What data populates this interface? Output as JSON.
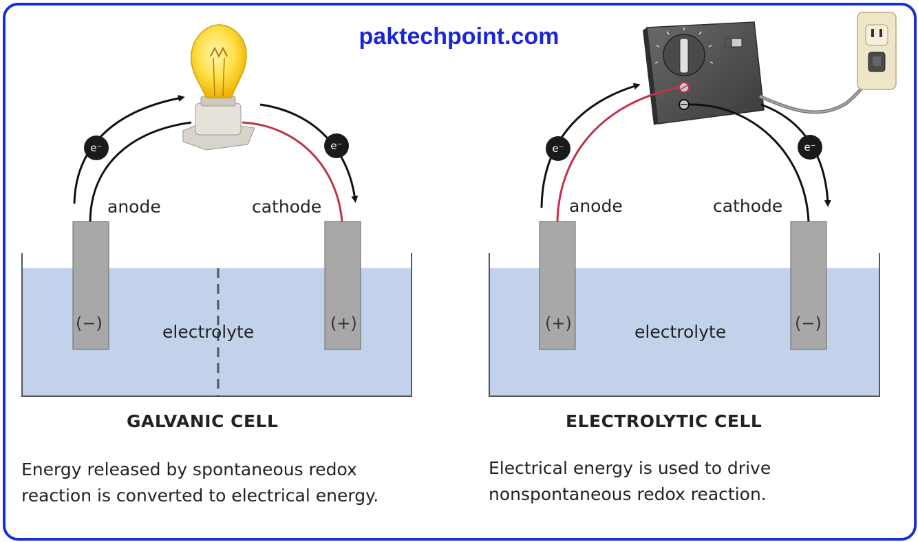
{
  "watermark": "paktechpoint.com",
  "galvanic": {
    "anode_label": "anode",
    "cathode_label": "cathode",
    "anode_sign": "(−)",
    "cathode_sign": "(+)",
    "electrolyte_label": "electrolyte",
    "title": "GALVANIC CELL",
    "description_line1": "Energy released by spontaneous redox",
    "description_line2": "reaction is converted to electrical energy."
  },
  "electrolytic": {
    "anode_label": "anode",
    "cathode_label": "cathode",
    "anode_sign": "(+)",
    "cathode_sign": "(−)",
    "electrolyte_label": "electrolyte",
    "title": "ELECTROLYTIC CELL",
    "description_line1": "Electrical energy is used to drive",
    "description_line2": "nonspontaneous redox reaction."
  },
  "electron_symbol": "e⁻",
  "colors": {
    "frame": "#1530d8",
    "electrolyte": "#c2d2ea",
    "electrode": "#a8a8a8",
    "wire_red": "#c0324a",
    "arrow": "#111111"
  },
  "icons": [
    "light-bulb-icon",
    "power-supply-icon",
    "wall-outlet-icon"
  ]
}
